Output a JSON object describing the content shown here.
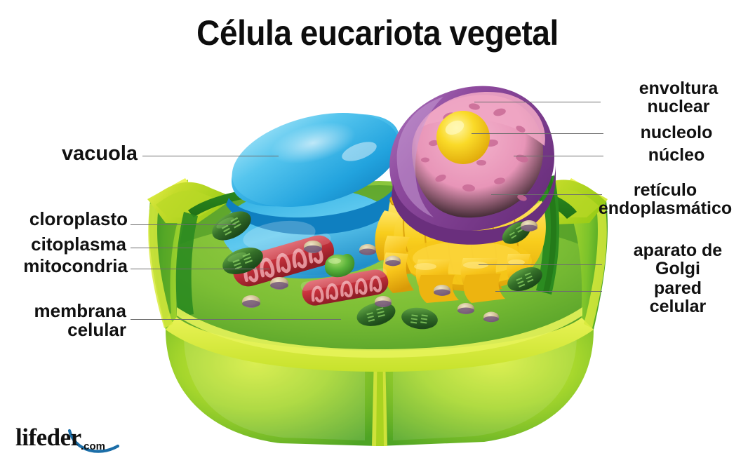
{
  "page": {
    "title": "Célula eucariota vegetal",
    "background": "#ffffff",
    "diagram_subject": "plant eukaryotic cell cutaway illustration"
  },
  "labels": {
    "left": [
      {
        "id": "vacuola",
        "text": "vacuola",
        "align": "right"
      },
      {
        "id": "cloroplasto",
        "text": "cloroplasto",
        "align": "right"
      },
      {
        "id": "citoplasma",
        "text": "citoplasma",
        "align": "right"
      },
      {
        "id": "mitocondria",
        "text": "mitocondria",
        "align": "right"
      },
      {
        "id": "membrana",
        "text": "membrana\ncelular",
        "align": "right"
      }
    ],
    "right": [
      {
        "id": "envoltura",
        "text": "envoltura\nnuclear",
        "align": "center"
      },
      {
        "id": "nucleolo",
        "text": "nucleolo",
        "align": "center"
      },
      {
        "id": "nucleo",
        "text": "núcleo",
        "align": "center"
      },
      {
        "id": "reticulo",
        "text": "retículo\nendoplasmático",
        "align": "center"
      },
      {
        "id": "golgi",
        "text": "aparato de\nGolgi",
        "align": "center"
      },
      {
        "id": "pared",
        "text": "pared\ncelular",
        "align": "center"
      }
    ]
  },
  "logo": {
    "word": "lifeder",
    "suffix": ".com",
    "swoosh_color": "#1b6ea8"
  },
  "colors": {
    "title_text": "#0d0d0d",
    "label_text": "#111111",
    "leader_line": "#6e6e6e",
    "wall_outer_light": "#cfe03a",
    "wall_outer": "#a8d117",
    "wall_mid_green": "#4aa32a",
    "wall_dark_green": "#2e8b22",
    "cytoplasm": "#8cc63f",
    "cytoplasm_deep": "#5faa2c",
    "vacuole_blue": "#2aa9e0",
    "vacuole_light": "#7fd6f2",
    "vacuole_dark": "#0f7fc0",
    "nucleus_purple": "#8e4a9e",
    "nucleus_pink": "#e895b8",
    "nucleolus_yellow": "#f5d020",
    "er_yellow": "#f5c518",
    "golgi_yellow": "#f7c41a",
    "golgi_orange": "#e8a10d",
    "mitochondria_red": "#c8313c",
    "mitochondria_dark": "#8f1d26",
    "chloroplast_green": "#2f6b2a",
    "chloroplast_light": "#5b9c43",
    "ribosome_tan": "#d8c9a0",
    "ribosome_purple": "#7a5a86",
    "peroxisome_green": "#5ab33a"
  }
}
